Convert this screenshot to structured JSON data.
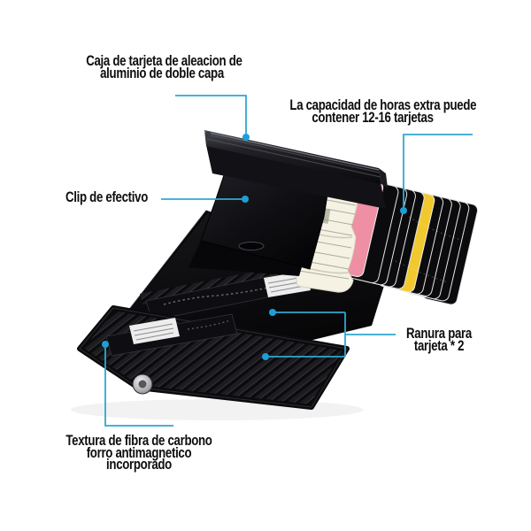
{
  "product_diagram": {
    "background_color": "#ffffff",
    "annotation_line_color": "#2fa8cf",
    "annotation_dot_color": "#1d9fd6",
    "text_color": "#0e0e0e",
    "labels": {
      "card_box": {
        "line1": "Caja de tarjeta de aleacion de",
        "line2": "aluminio de doble capa"
      },
      "capacity": {
        "line1": "La capacidad de horas extra puede",
        "line2": "contener 12-16 tarjetas"
      },
      "cash_clip": {
        "line1": "Clip de efectivo"
      },
      "card_slot": {
        "line1": "Ranura para",
        "line2": "tarjeta * 2"
      },
      "carbon_texture": {
        "line1": "Textura de fibra de carbono",
        "line2": "forro antimagnetico",
        "line3": "incorporado"
      }
    },
    "wallet_colors": {
      "body_black": "#0a0a0d",
      "aluminum_box": "#34343b",
      "card_pink": "#ef8fa3",
      "card_pink_blotch": "#d94a61",
      "card_yellow": "#f2c82f",
      "card_black": "#0b0b0e",
      "card_edge": "#e6e6e6",
      "money_paper": "#f5f2e3",
      "money_ink": "#9aa08f",
      "sticker_white": "#ededed",
      "snap_metal": "#d9d9d9"
    }
  }
}
